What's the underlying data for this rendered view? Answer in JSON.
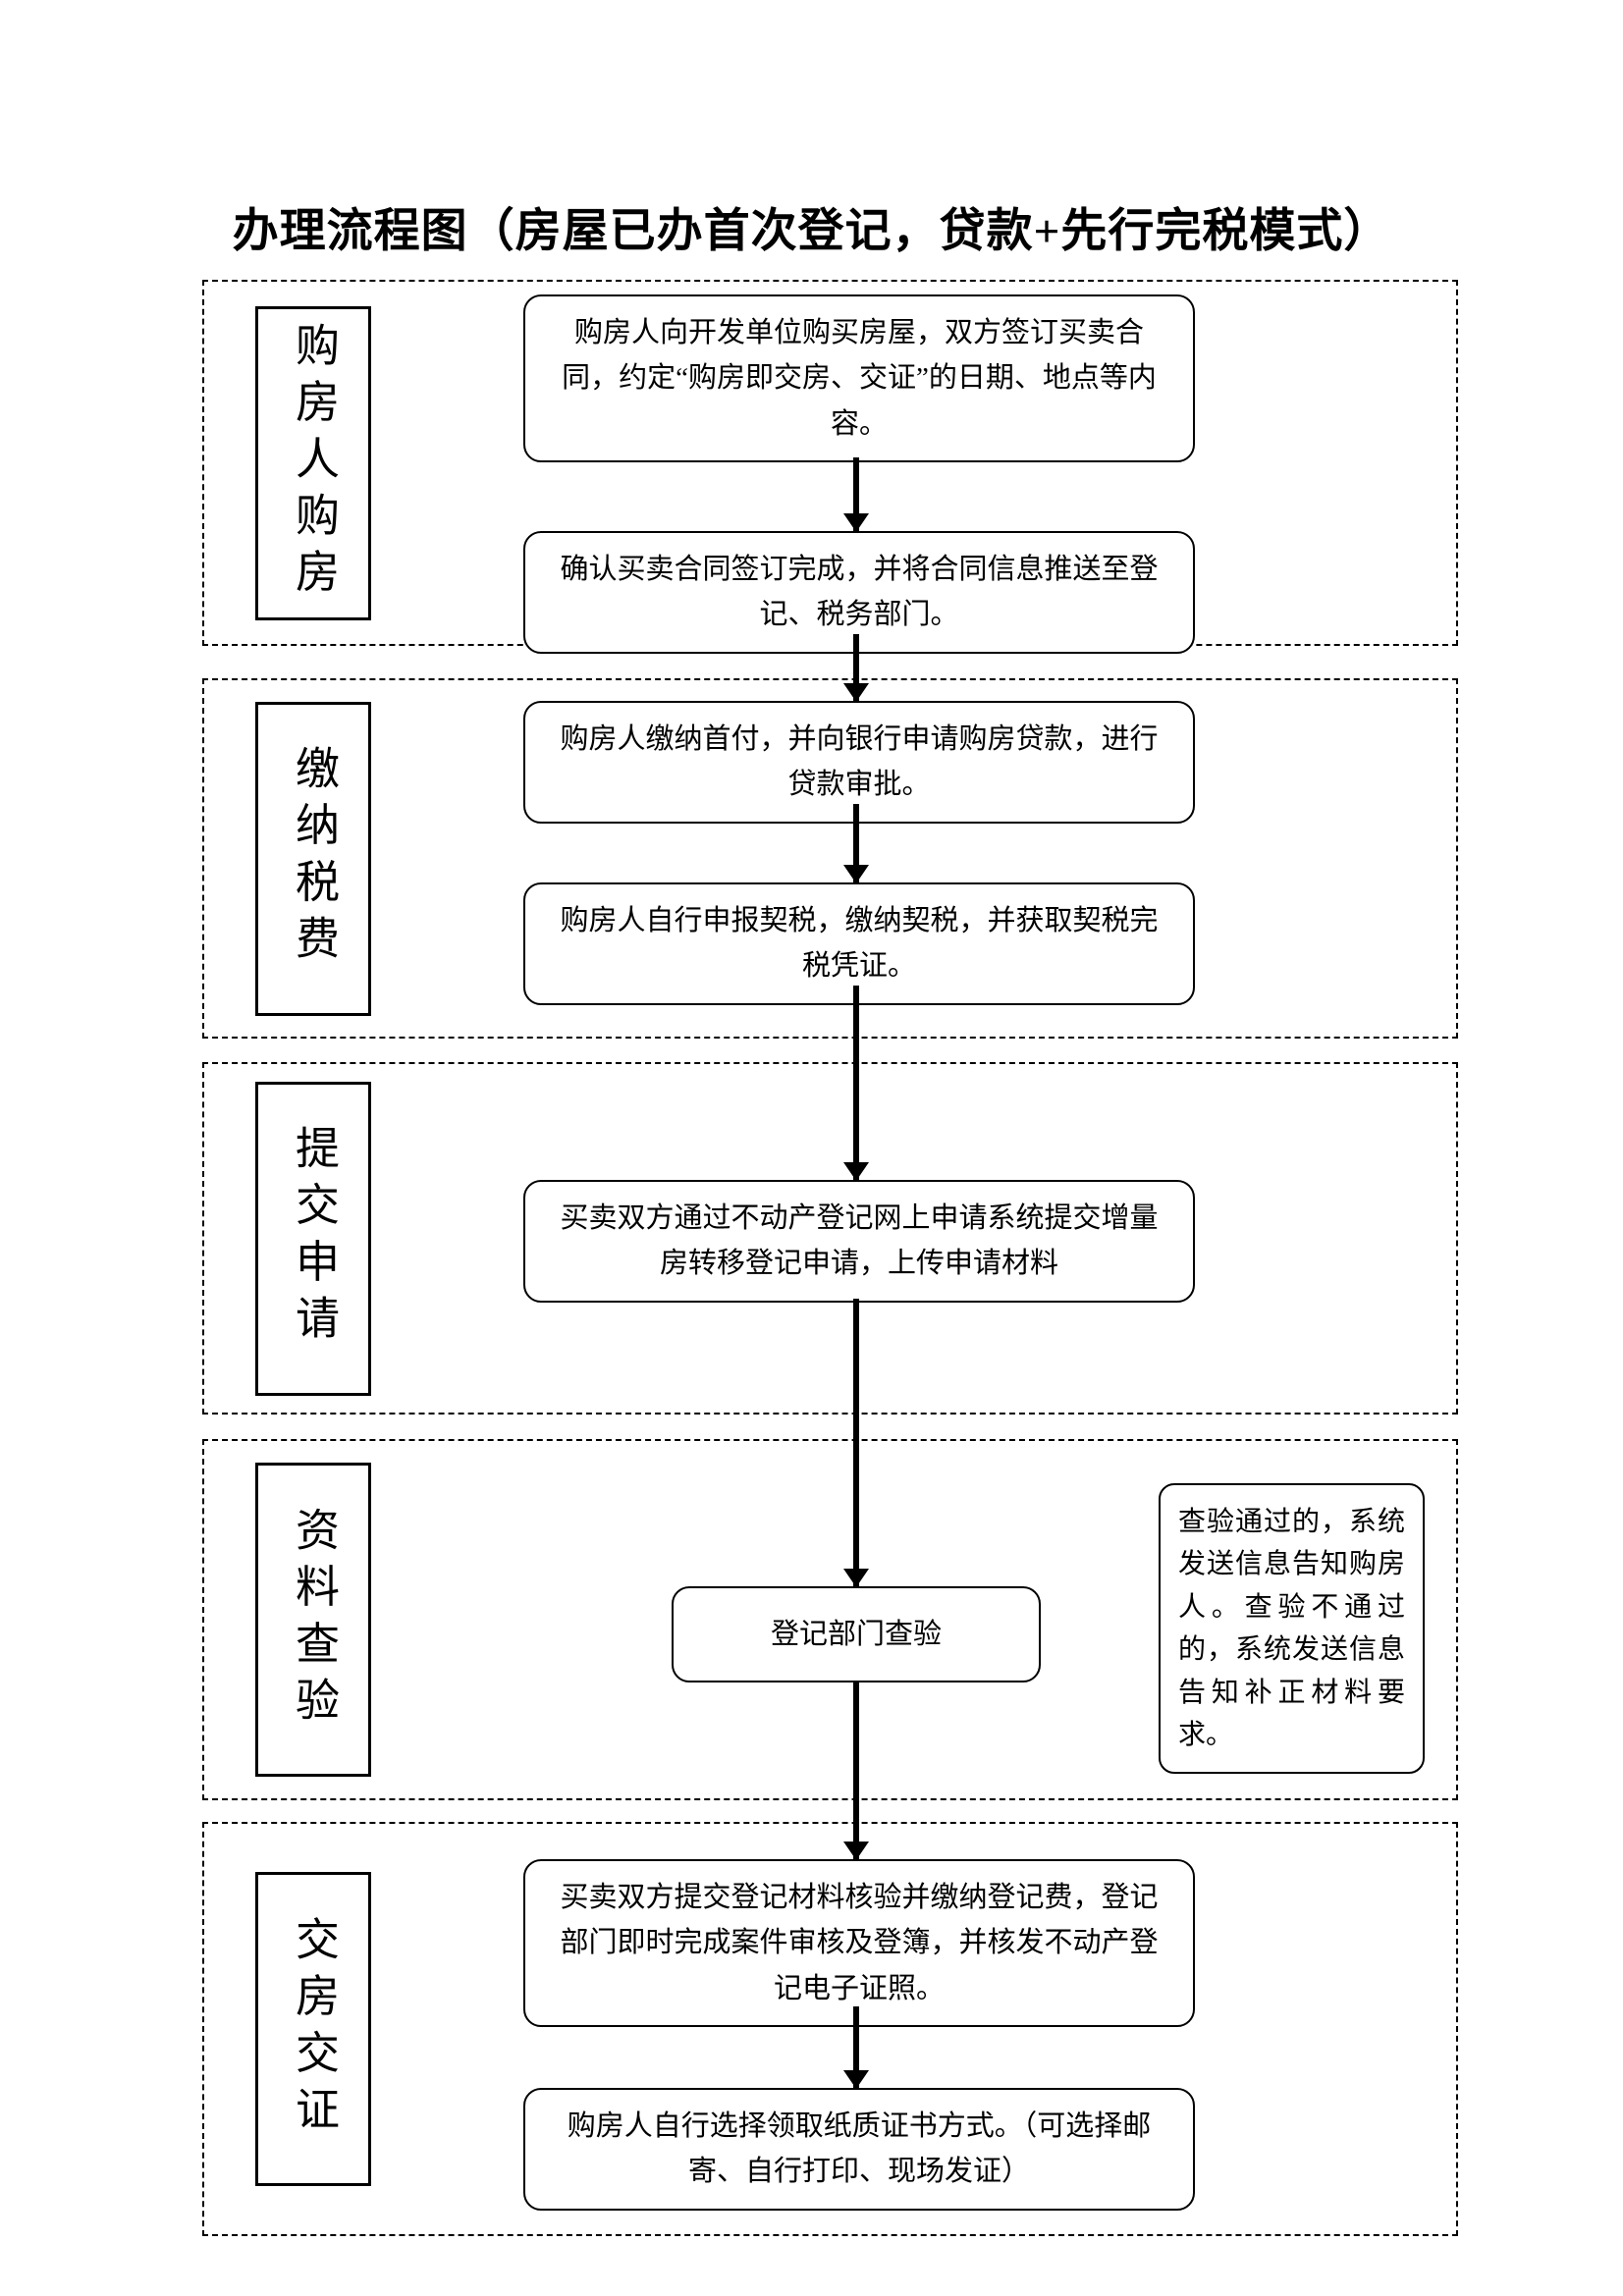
{
  "page": {
    "title": "办理流程图（房屋已办首次登记，贷款+先行完税模式）"
  },
  "colors": {
    "ink": "#000000",
    "background": "#ffffff"
  },
  "sections": [
    {
      "label": "购房人购房",
      "steps": [
        "购房人向开发单位购买房屋，双方签订买卖合同，约定“购房即交房、交证”的日期、地点等内容。",
        "确认买卖合同签订完成，并将合同信息推送至登记、税务部门。"
      ]
    },
    {
      "label": "缴纳税费",
      "steps": [
        "购房人缴纳首付，并向银行申请购房贷款，进行贷款审批。",
        "购房人自行申报契税，缴纳契税，并获取契税完税凭证。"
      ]
    },
    {
      "label": "提交申请",
      "steps": [
        "买卖双方通过不动产登记网上申请系统提交增量房转移登记申请，上传申请材料"
      ]
    },
    {
      "label": "资料查验",
      "steps": [
        "登记部门查验"
      ],
      "note": "查验通过的，系统发送信息告知购房人。查验不通过的，系统发送信息告知补正材料要求。"
    },
    {
      "label": "交房交证",
      "steps": [
        "买卖双方提交登记材料核验并缴纳登记费，登记部门即时完成案件审核及登簿，并核发不动产登记电子证照。",
        "购房人自行选择领取纸质证书方式。（可选择邮寄、自行打印、现场发证）"
      ]
    }
  ]
}
